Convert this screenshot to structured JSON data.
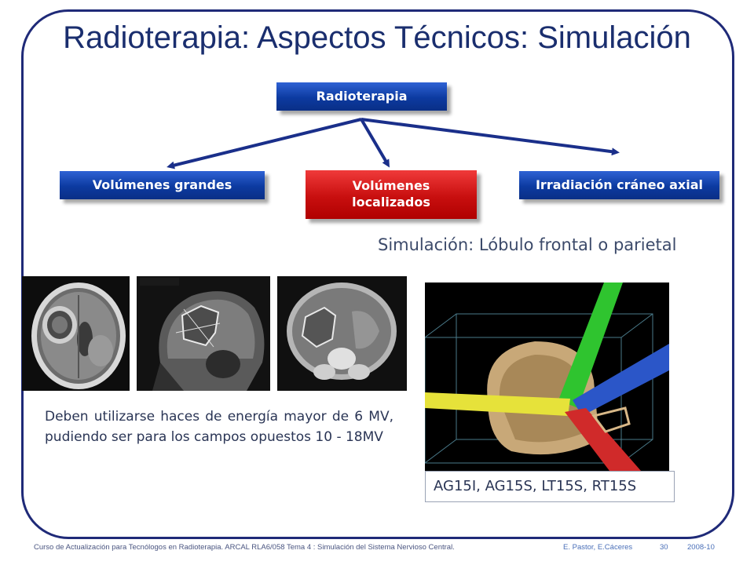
{
  "slide": {
    "title": "Radioterapia: Aspectos Técnicos: Simulación"
  },
  "diagram": {
    "root": "Radioterapia",
    "children": [
      "Volúmenes grandes",
      "Volúmenes localizados",
      "Irradiación cráneo axial"
    ],
    "highlighted_child": "Volúmenes localizados",
    "colors": {
      "box_blue": "#0c3aa0",
      "box_red": "#c80f0f",
      "arrow": "#1a2f8a"
    }
  },
  "simulation": {
    "caption": "Simulación:  Lóbulo frontal o parietal",
    "fields_caption": "AG15I, AG15S, LT15S, RT15S"
  },
  "body": {
    "text": "Deben utilizarse haces de energía mayor de 6 MV, pudiendo ser para los campos opuestos 10 - 18MV"
  },
  "footer": {
    "course": "Curso de Actualización para Tecnólogos en Radioterapia.  ARCAL RLA6/058  Tema 4 : Simulación del Sistema Nervioso Central.",
    "authors": "E. Pastor,  E.Cáceres",
    "page": "30",
    "year": "2008-10"
  }
}
